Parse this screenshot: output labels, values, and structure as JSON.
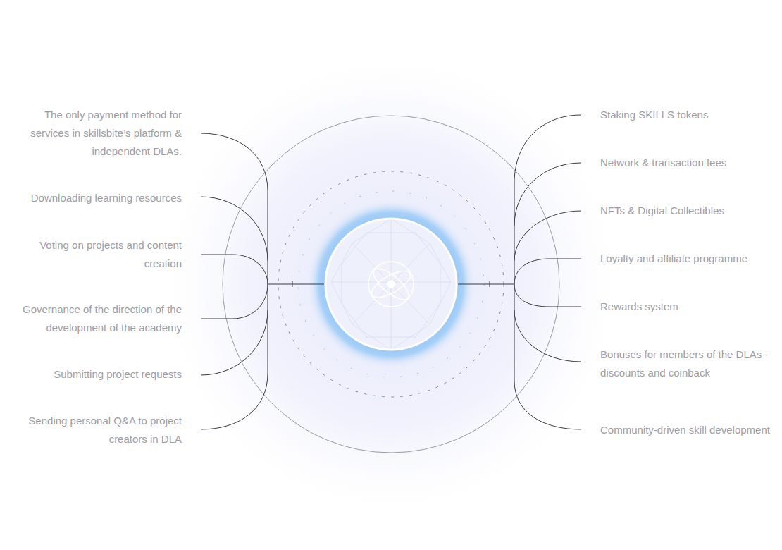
{
  "diagram": {
    "labels": [
      "The only payment method for services in skillsbite’s platform & independent DLAs.",
      "Downloading learning resources",
      "Voting on projects and content creation",
      "Governance of the direction of the development of the academy",
      "Submitting project requests",
      "Sending personal Q&A to project creators in DLA",
      "Staking SKILLS tokens",
      "Network & transaction fees",
      "NFTs & Digital Collectibles",
      "Loyalty and affiliate programme",
      "Rewards system",
      "Bonuses for members of the DLAs - discounts and coinback",
      "Community-driven skill development"
    ]
  }
}
